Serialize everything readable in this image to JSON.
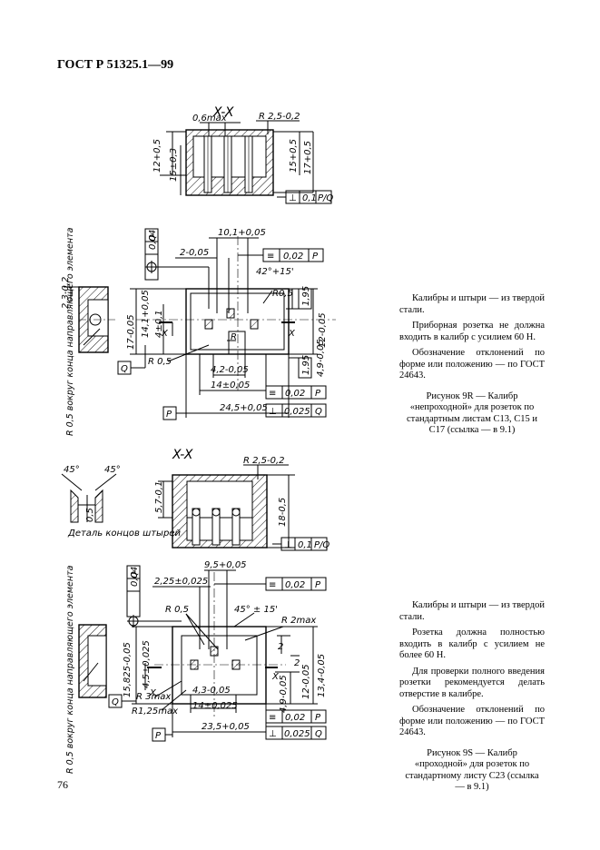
{
  "header": {
    "title": "ГОСТ Р 51325.1—99"
  },
  "page_number": "76",
  "figure_9r": {
    "section_label": "X-X",
    "dims": {
      "top_width": "0,6max",
      "radius": "R 2,5-0,2",
      "h_12": "12+0,5",
      "h_15_03": "15±0,3",
      "h_15": "15+0,5",
      "h_17": "17+0,5",
      "tolerance": [
        "⊥",
        "0,1",
        "P/Q"
      ],
      "dim_101": "10,1+0,05",
      "dim_2": "2-0,05",
      "flat_004": "0,04",
      "flat_q": "Q",
      "sym_002": [
        "≡",
        "0,02",
        "P"
      ],
      "angle": "42°+15'",
      "r05": "R0,5",
      "r05b": "R 0,5",
      "dim_195": "1,95",
      "dim_23": "2,3-0,2",
      "dim_141": "14,1+0,05",
      "dim_17": "17-0,05",
      "dim_4": "4±0,1",
      "dim_12": "12-0,05",
      "r": "R",
      "x_mark": "X",
      "dim_42": "4,2-0,05",
      "dim_14": "14±0,05",
      "dim_245": "24,5+0,05",
      "dim_195b": "1,95",
      "dim_49": "4,9-0,05",
      "frame_sym": [
        "≡",
        "0,02",
        "P"
      ],
      "frame_perp": [
        "⊥",
        "0,025",
        "Q"
      ],
      "datum_q": "Q",
      "datum_p": "P",
      "side_note": "R 0,5 вокруг конца направляющего элемента"
    },
    "notes": [
      "Калибры и штыри — из твердой стали.",
      "Приборная розетка не должна входить в калибр с усилием 60 Н.",
      "Обозначение отклонений по форме или положению — по ГОСТ 24643."
    ],
    "caption": "Рисунок 9R — Калибр «непроходной» для розеток по стандартным листам С13, С15 и С17 (ссылка — в 9.1)"
  },
  "figure_9s": {
    "section_label": "X-X",
    "pin_detail": {
      "angle1": "45°",
      "angle2": "45°",
      "dim": "0,5",
      "label": "Деталь концов штырей"
    },
    "dims": {
      "radius": "R 2,5-0,2",
      "h_57": "5,7-0,1",
      "h_18": "18-0,5",
      "tolerance": [
        "⊥",
        "0,1",
        "P/Q"
      ],
      "dim_95": "9,5+0,05",
      "dim_225": "2,25±0,025",
      "flat_004": "0,04",
      "flat_q": "Q",
      "sym_002": [
        "≡",
        "0,02",
        "P"
      ],
      "r05": "R 0,5",
      "angle": "45° ± 15'",
      "r2max": "R 2max",
      "dim_15825": "15,825-0,05",
      "dim_45": "4,5±0,025",
      "dim_2": "2",
      "dim_2b": "2",
      "dim_12": "12-0,05",
      "dim_134": "13,4-0,05",
      "r3max": "R 3max",
      "r125": "R1,25max",
      "dim_43": "4,3-0,05",
      "dim_14": "14±0,025",
      "dim_49": "4,9-0,05",
      "dim_235": "23,5+0,05",
      "x_mark": "X",
      "frame_sym": [
        "≡",
        "0,02",
        "P"
      ],
      "frame_perp": [
        "⊥",
        "0,025",
        "Q"
      ],
      "datum_q": "Q",
      "datum_p": "P",
      "side_note": "R 0,5 вокруг конца направляющего элемента"
    },
    "notes": [
      "Калибры и штыри — из твердой стали.",
      "Розетка должна полностью входить в калибр с усилием не более 60 Н.",
      "Для проверки полного введения розетки рекомендуется делать отверстие в калибре.",
      "Обозначение отклонений по форме или положению — по ГОСТ 24643."
    ],
    "caption": "Рисунок 9S — Калибр «проходной» для розеток по стандартному листу С23 (ссылка — в 9.1)"
  }
}
